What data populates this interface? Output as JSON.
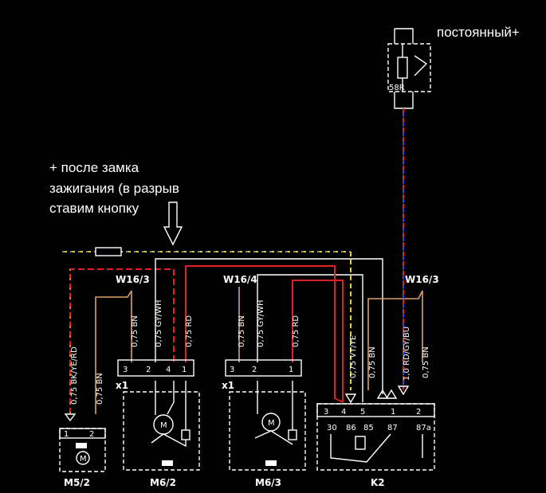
{
  "annotations": {
    "constant_plus": "постоянный+",
    "ignition_line1": "+ после замка",
    "ignition_line2": "зажигания (в разрыв",
    "ignition_line3": "ставим кнопку"
  },
  "connectors": {
    "w16_3_left": "W16/3",
    "w16_4": "W16/4",
    "w16_3_right": "W16/3"
  },
  "wires": {
    "m52_a": "0,75 BK/YE/RD",
    "m52_b": "0,75 BN",
    "m62_bn": "0,75 BN",
    "m62_gywh": "0,75 GY/WH",
    "m62_rd": "0,75 RD",
    "m63_bn": "0,75 BN",
    "m63_gywh": "0,75 GY/WH",
    "m63_rd": "0,75 RD",
    "k2_vtye": "0,75 VT/YE",
    "k2_bn": "0,75 BN",
    "k2_rdgybu": "1,0 RD/GY/BU",
    "k2_bn2": "0,75 BN"
  },
  "components": {
    "m52": "M5/2",
    "m62": "M6/2",
    "m63": "M6/3",
    "k2": "K2",
    "x1_a": "x1",
    "x1_b": "x1",
    "fuse_58r": "58R"
  },
  "pins": {
    "m62": [
      "3",
      "2",
      "4",
      "1"
    ],
    "m63": [
      "3",
      "2",
      "1"
    ],
    "k2_top": [
      "3",
      "4",
      "5",
      "1",
      "2"
    ],
    "k2_terms": [
      "30",
      "86",
      "85",
      "87",
      "87a"
    ],
    "m52": [
      "1",
      "2"
    ]
  },
  "colors": {
    "red": "#e02020",
    "yellow": "#e8d000",
    "blue": "#3040d8",
    "white": "#ffffff",
    "tan": "#d8a070",
    "background": "#000000"
  }
}
